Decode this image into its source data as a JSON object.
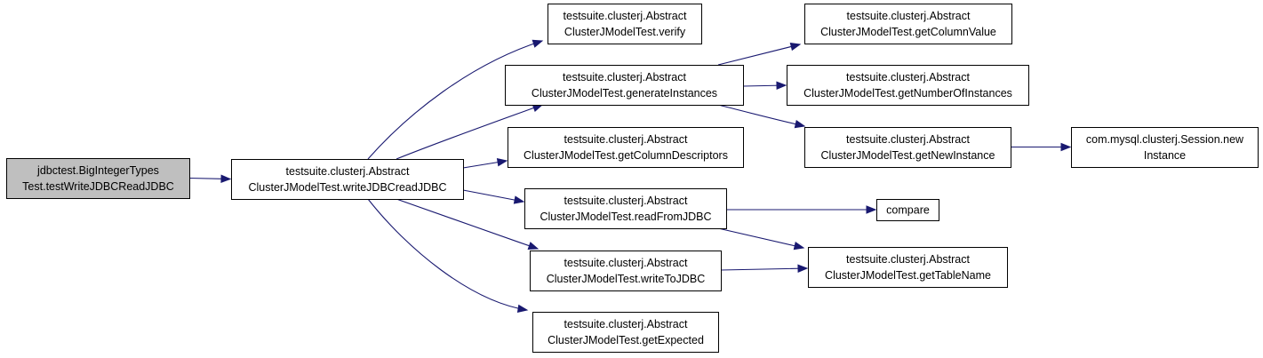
{
  "colors": {
    "edge": "#191970",
    "node_fill": "#ffffff",
    "node_border": "#000000",
    "root_fill": "#bfbfbf"
  },
  "nodes": [
    {
      "id": "root",
      "lines": [
        "jdbctest.BigIntegerTypes",
        "Test.testWriteJDBCReadJDBC"
      ],
      "highlight": true
    },
    {
      "id": "writeJDBCreadJDBC",
      "lines": [
        "testsuite.clusterj.Abstract",
        "ClusterJModelTest.writeJDBCreadJDBC"
      ]
    },
    {
      "id": "verify",
      "lines": [
        "testsuite.clusterj.Abstract",
        "ClusterJModelTest.verify"
      ]
    },
    {
      "id": "generateInstances",
      "lines": [
        "testsuite.clusterj.Abstract",
        "ClusterJModelTest.generateInstances"
      ]
    },
    {
      "id": "getColumnDescriptors",
      "lines": [
        "testsuite.clusterj.Abstract",
        "ClusterJModelTest.getColumnDescriptors"
      ]
    },
    {
      "id": "readFromJDBC",
      "lines": [
        "testsuite.clusterj.Abstract",
        "ClusterJModelTest.readFromJDBC"
      ]
    },
    {
      "id": "writeToJDBC",
      "lines": [
        "testsuite.clusterj.Abstract",
        "ClusterJModelTest.writeToJDBC"
      ]
    },
    {
      "id": "getExpected",
      "lines": [
        "testsuite.clusterj.Abstract",
        "ClusterJModelTest.getExpected"
      ]
    },
    {
      "id": "getColumnValue",
      "lines": [
        "testsuite.clusterj.Abstract",
        "ClusterJModelTest.getColumnValue"
      ]
    },
    {
      "id": "getNumberOfInstances",
      "lines": [
        "testsuite.clusterj.Abstract",
        "ClusterJModelTest.getNumberOfInstances"
      ]
    },
    {
      "id": "getNewInstance",
      "lines": [
        "testsuite.clusterj.Abstract",
        "ClusterJModelTest.getNewInstance"
      ]
    },
    {
      "id": "compare",
      "lines": [
        "compare"
      ]
    },
    {
      "id": "getTableName",
      "lines": [
        "testsuite.clusterj.Abstract",
        "ClusterJModelTest.getTableName"
      ]
    },
    {
      "id": "sessionNewInstance",
      "lines": [
        "com.mysql.clusterj.Session.new",
        "Instance"
      ]
    }
  ],
  "edges": [
    {
      "from": "root",
      "to": "writeJDBCreadJDBC"
    },
    {
      "from": "writeJDBCreadJDBC",
      "to": "verify"
    },
    {
      "from": "writeJDBCreadJDBC",
      "to": "generateInstances"
    },
    {
      "from": "writeJDBCreadJDBC",
      "to": "getColumnDescriptors"
    },
    {
      "from": "writeJDBCreadJDBC",
      "to": "readFromJDBC"
    },
    {
      "from": "writeJDBCreadJDBC",
      "to": "writeToJDBC"
    },
    {
      "from": "writeJDBCreadJDBC",
      "to": "getExpected"
    },
    {
      "from": "generateInstances",
      "to": "getColumnValue"
    },
    {
      "from": "generateInstances",
      "to": "getNumberOfInstances"
    },
    {
      "from": "generateInstances",
      "to": "getNewInstance"
    },
    {
      "from": "getNewInstance",
      "to": "sessionNewInstance"
    },
    {
      "from": "readFromJDBC",
      "to": "compare"
    },
    {
      "from": "readFromJDBC",
      "to": "getTableName"
    },
    {
      "from": "writeToJDBC",
      "to": "getTableName"
    }
  ]
}
